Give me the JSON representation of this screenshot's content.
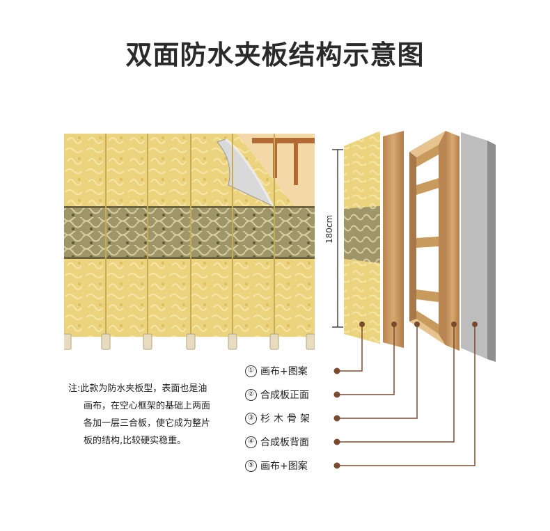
{
  "title": "双面防水夹板结构示意图",
  "dimension": {
    "label": "180cm"
  },
  "note": {
    "lines": [
      "注:此款为防水夹板型，表面也是油",
      "画布，在空心框架的基础上两面",
      "各加一层三合板，使它成为整片",
      "板的结构,比较硬实稳重。"
    ]
  },
  "layers": [
    {
      "num": "①",
      "label": "画布+图案",
      "spaced": false
    },
    {
      "num": "②",
      "label": "合成板正面",
      "spaced": false
    },
    {
      "num": "③",
      "label": "杉木骨架",
      "spaced": true
    },
    {
      "num": "④",
      "label": "合成板背面",
      "spaced": false
    },
    {
      "num": "⑤",
      "label": "画布+图案",
      "spaced": false
    }
  ],
  "colors": {
    "gold": "#e9cf76",
    "band": "#9c9466",
    "wood": "#c99a62",
    "leader": "#7a4a2e",
    "gray_board": "#b7b7b7"
  }
}
